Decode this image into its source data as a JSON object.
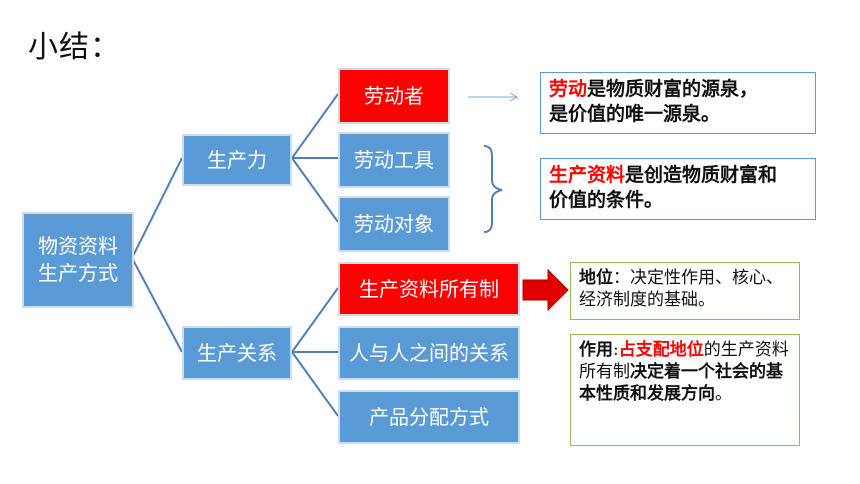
{
  "title": "小结：",
  "root": "物资资料生产方式",
  "root_lines": [
    "物资资料",
    "生产方式"
  ],
  "branches": {
    "productivity": "生产力",
    "relations": "生产关系"
  },
  "leaves": {
    "laborer": "劳动者",
    "tools": "劳动工具",
    "objects": "劳动对象",
    "ownership": "生产资料所有制",
    "people": "人与人之间的关系",
    "distribution": "产品分配方式"
  },
  "notes": {
    "laborer_hl": "劳动",
    "laborer_text": "是物质财富的源泉，",
    "laborer_text2": "是价值的唯一源泉。",
    "means_hl": "生产资料",
    "means_text": "是创造物质财富和",
    "means_text2": "价值的条件。",
    "status_label": "地位",
    "status_text": "：决定性作用、核心、经济制度的基础。",
    "role_label": "作用",
    "role_sep": ":",
    "role_hl": "占支配地位",
    "role_text": "的生产资料所有制",
    "role_bold": "决定着一个社会的基本性质和发展方向",
    "role_end": "。"
  },
  "colors": {
    "node_blue": "#5b9bd5",
    "highlight_red": "#ff0000",
    "connector_blue": "#4f7fb8",
    "arrow_red": "#e00000",
    "note_green_border": "#8fbf5a"
  }
}
